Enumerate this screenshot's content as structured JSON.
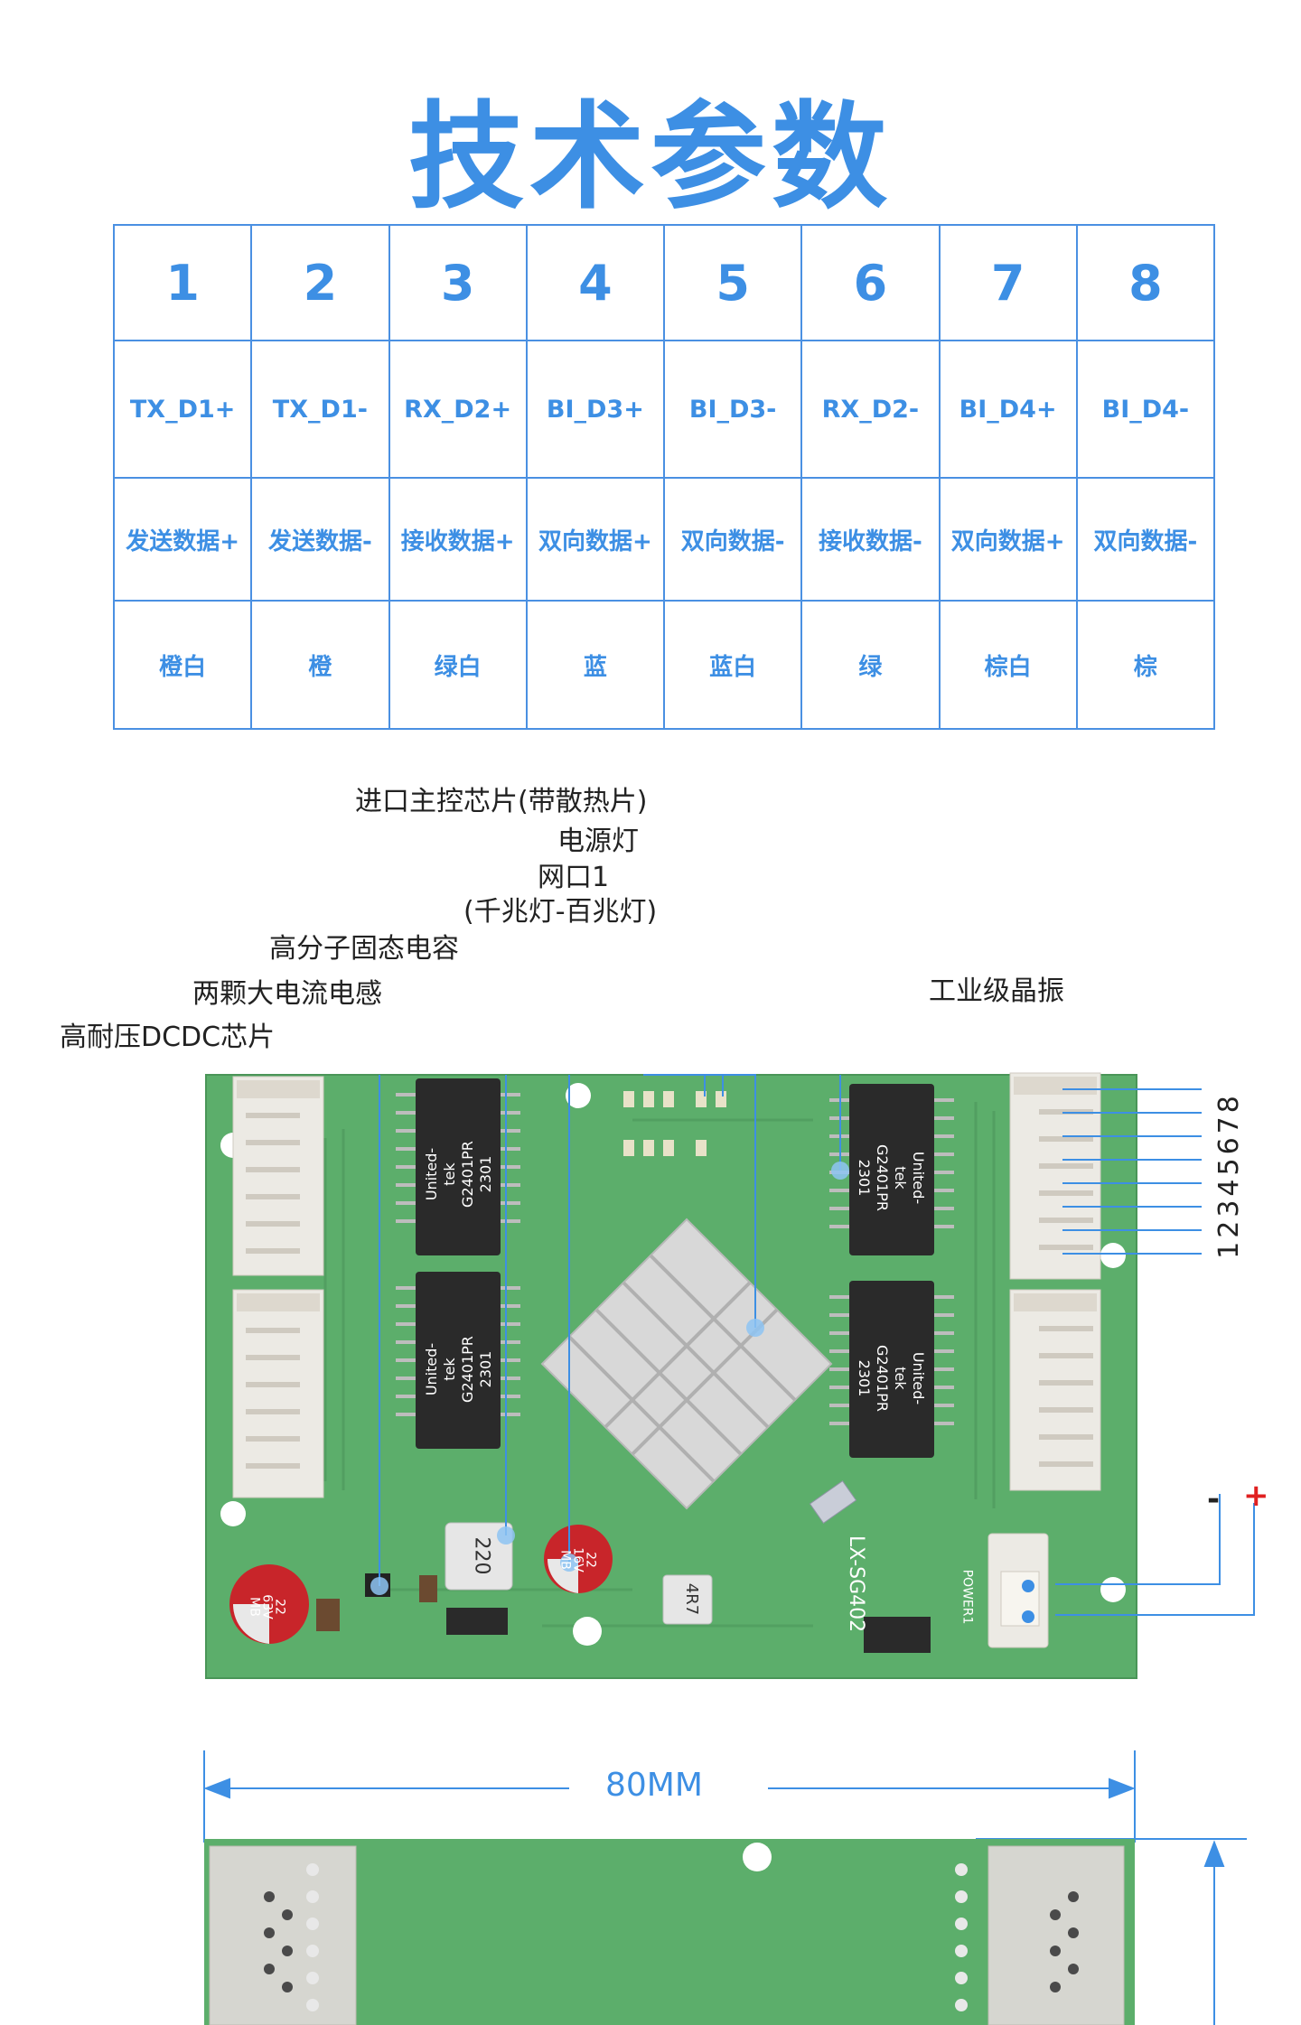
{
  "title": "技术参数",
  "pin_table": {
    "pin_numbers": [
      "1",
      "2",
      "3",
      "4",
      "5",
      "6",
      "7",
      "8"
    ],
    "signals": [
      "TX_D1+",
      "TX_D1-",
      "RX_D2+",
      "BI_D3+",
      "BI_D3-",
      "RX_D2-",
      "BI_D4+",
      "BI_D4-"
    ],
    "descriptions": [
      "发送数据+",
      "发送数据-",
      "接收数据+",
      "双向数据+",
      "双向数据-",
      "接收数据-",
      "双向数据+",
      "双向数据-"
    ],
    "wire_colors": [
      "橙白",
      "橙",
      "绿白",
      "蓝",
      "蓝白",
      "绿",
      "棕白",
      "棕"
    ]
  },
  "callouts": {
    "main_chip": "进口主控芯片(带散热片)",
    "power_led": "电源灯",
    "port1": "网口1",
    "port1_leds": "(千兆灯-百兆灯)",
    "capacitor": "高分子固态电容",
    "inductors": "两颗大电流电感",
    "dcdc": "高耐压DCDC芯片",
    "crystal": "工业级晶振"
  },
  "connector_pins": "12345678",
  "polarity": {
    "minus": "-",
    "plus": "+"
  },
  "silkscreen": {
    "transformer_brand": "United-tek",
    "transformer_model": "G2401PR",
    "transformer_date": "2301",
    "board_model": "LX-SG402",
    "inductor_220": "220",
    "inductor_4r7": "4R7",
    "cap1_value": "22",
    "cap1_voltage": "63V",
    "cap1_series": "MB",
    "cap2_value": "22",
    "cap2_voltage": "16V",
    "cap2_series": "MB",
    "power_header": "POWER1"
  },
  "dimension": {
    "width_label": "80MM"
  },
  "colors": {
    "accent": "#3d8fe4",
    "pcb_green": "#5cae6b",
    "pcb_dark": "#4e9a5d",
    "cap_red": "#c8252a",
    "polarity_red": "#e02020"
  }
}
